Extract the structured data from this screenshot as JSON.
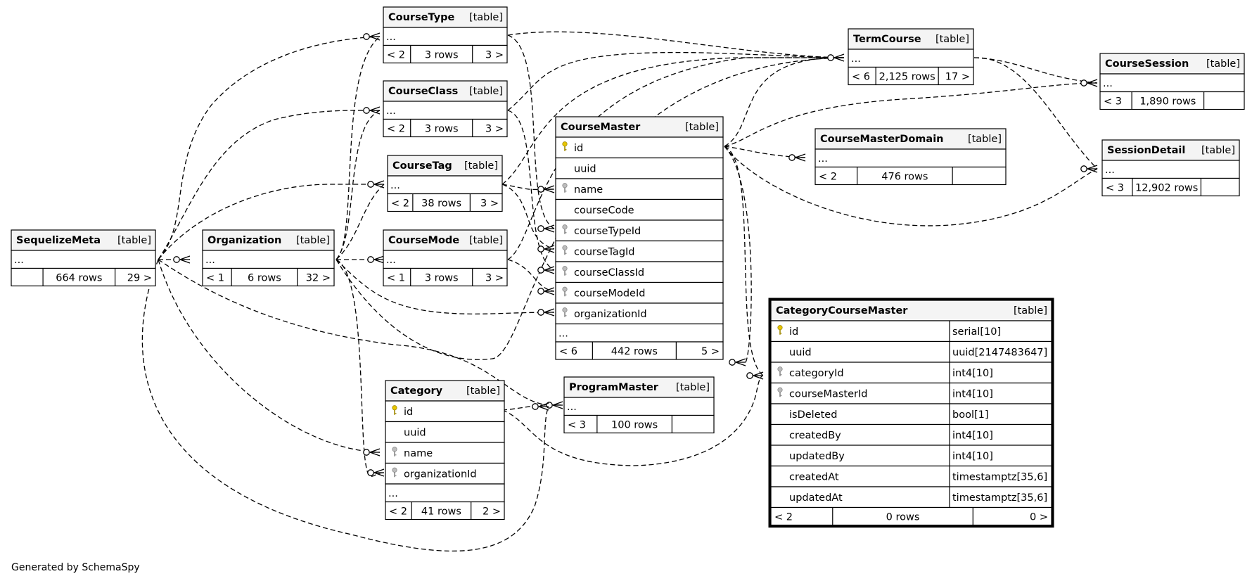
{
  "footer": "Generated by SchemaSpy",
  "tables": [
    {
      "id": "CourseType",
      "name": "CourseType",
      "type": "[table]",
      "columns": [],
      "stats": [
        "< 2",
        "3 rows",
        "3 >"
      ]
    },
    {
      "id": "CourseClass",
      "name": "CourseClass",
      "type": "[table]",
      "columns": [],
      "stats": [
        "< 2",
        "3 rows",
        "3 >"
      ]
    },
    {
      "id": "CourseTag",
      "name": "CourseTag",
      "type": "[table]",
      "columns": [],
      "stats": [
        "< 2",
        "38 rows",
        "3 >"
      ]
    },
    {
      "id": "CourseMode",
      "name": "CourseMode",
      "type": "[table]",
      "columns": [],
      "stats": [
        "< 1",
        "3 rows",
        "3 >"
      ]
    },
    {
      "id": "SequelizeMeta",
      "name": "SequelizeMeta",
      "type": "[table]",
      "columns": [],
      "stats": [
        "",
        "664 rows",
        "29 >"
      ]
    },
    {
      "id": "Organization",
      "name": "Organization",
      "type": "[table]",
      "columns": [],
      "stats": [
        "< 1",
        "6 rows",
        "32 >"
      ]
    },
    {
      "id": "TermCourse",
      "name": "TermCourse",
      "type": "[table]",
      "columns": [],
      "stats": [
        "< 6",
        "2,125 rows",
        "17 >"
      ]
    },
    {
      "id": "CourseSession",
      "name": "CourseSession",
      "type": "[table]",
      "columns": [],
      "stats": [
        "< 3",
        "1,890 rows",
        ""
      ]
    },
    {
      "id": "CourseMasterDomain",
      "name": "CourseMasterDomain",
      "type": "[table]",
      "columns": [],
      "stats": [
        "< 2",
        "476 rows",
        ""
      ]
    },
    {
      "id": "SessionDetail",
      "name": "SessionDetail",
      "type": "[table]",
      "columns": [],
      "stats": [
        "< 3",
        "12,902 rows",
        ""
      ]
    },
    {
      "id": "CourseMaster",
      "name": "CourseMaster",
      "type": "[table]",
      "columns": [
        {
          "name": "id",
          "key": "pk"
        },
        {
          "name": "uuid",
          "key": ""
        },
        {
          "name": "name",
          "key": "fk"
        },
        {
          "name": "courseCode",
          "key": ""
        },
        {
          "name": "courseTypeId",
          "key": "fk"
        },
        {
          "name": "courseTagId",
          "key": "fk"
        },
        {
          "name": "courseClassId",
          "key": "fk"
        },
        {
          "name": "courseModeId",
          "key": "fk"
        },
        {
          "name": "organizationId",
          "key": "fk"
        }
      ],
      "stats": [
        "< 6",
        "442 rows",
        "5 >"
      ]
    },
    {
      "id": "Category",
      "name": "Category",
      "type": "[table]",
      "columns": [
        {
          "name": "id",
          "key": "pk"
        },
        {
          "name": "uuid",
          "key": ""
        },
        {
          "name": "name",
          "key": "fk"
        },
        {
          "name": "organizationId",
          "key": "fk"
        }
      ],
      "stats": [
        "< 2",
        "41 rows",
        "2 >"
      ]
    },
    {
      "id": "ProgramMaster",
      "name": "ProgramMaster",
      "type": "[table]",
      "columns": [],
      "stats": [
        "< 3",
        "100 rows",
        ""
      ]
    },
    {
      "id": "CategoryCourseMaster",
      "name": "CategoryCourseMaster",
      "type": "[table]",
      "columns": [
        {
          "name": "id",
          "key": "pk",
          "dtype": "serial[10]"
        },
        {
          "name": "uuid",
          "key": "",
          "dtype": "uuid[2147483647]"
        },
        {
          "name": "categoryId",
          "key": "fk",
          "dtype": "int4[10]"
        },
        {
          "name": "courseMasterId",
          "key": "fk",
          "dtype": "int4[10]"
        },
        {
          "name": "isDeleted",
          "key": "",
          "dtype": "bool[1]"
        },
        {
          "name": "createdBy",
          "key": "",
          "dtype": "int4[10]"
        },
        {
          "name": "updatedBy",
          "key": "",
          "dtype": "int4[10]"
        },
        {
          "name": "createdAt",
          "key": "",
          "dtype": "timestamptz[35,6]"
        },
        {
          "name": "updatedAt",
          "key": "",
          "dtype": "timestamptz[35,6]"
        }
      ],
      "stats": [
        "< 2",
        "0 rows",
        "0 >"
      ]
    }
  ]
}
